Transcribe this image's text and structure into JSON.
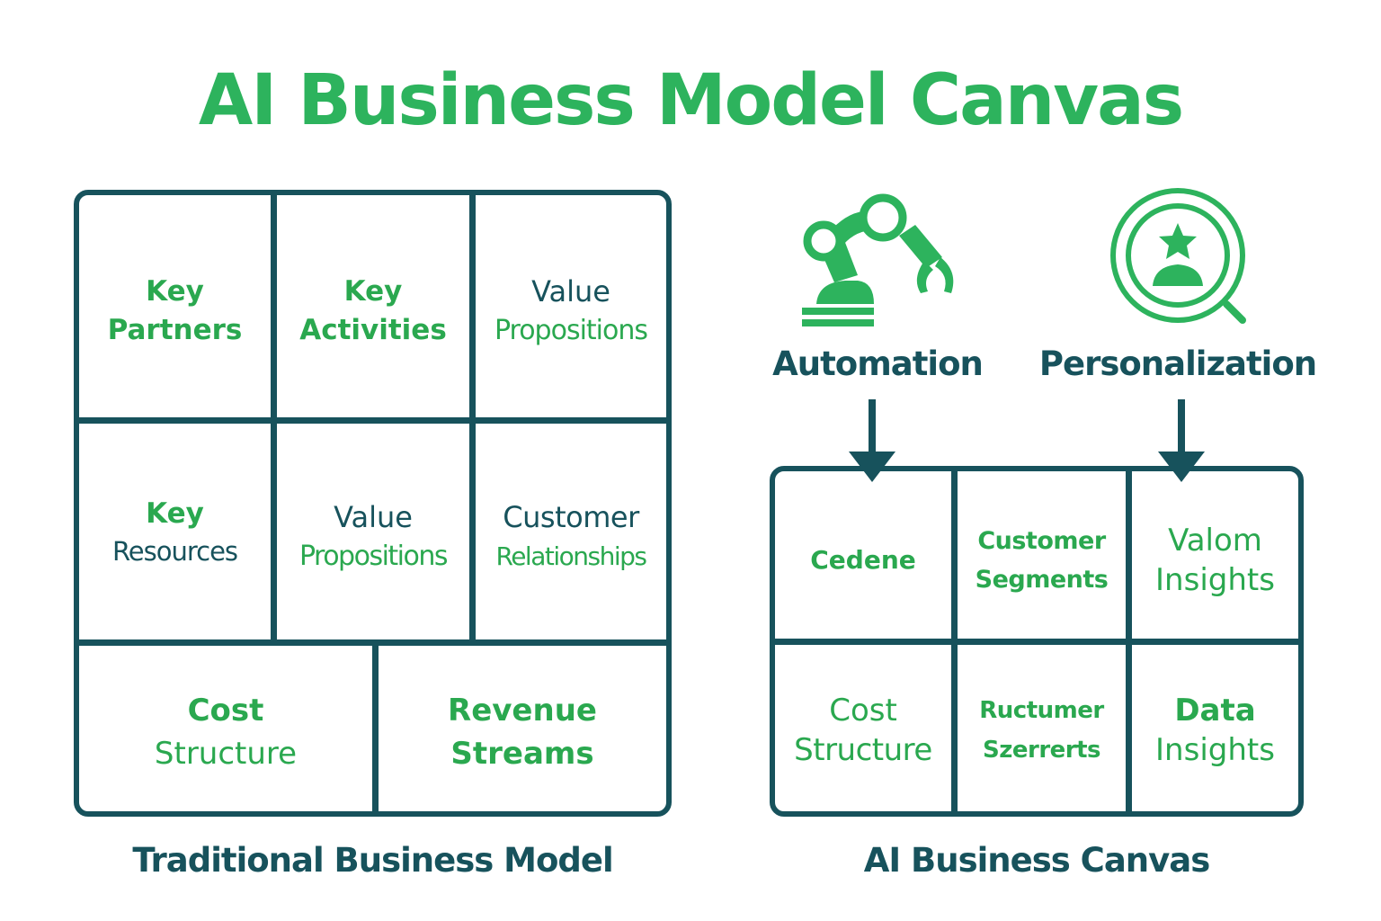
{
  "title": "AI Business Model Canvas",
  "colors": {
    "green": "#2db35d",
    "teal": "#17525c",
    "background": "#ffffff"
  },
  "traditional": {
    "caption": "Traditional Business Model",
    "cells": {
      "key_partners": [
        "Key",
        "Partners"
      ],
      "key_activities": [
        "Key",
        "Activities"
      ],
      "value_propositions_1": [
        "Value",
        "Propositions"
      ],
      "key_resources": [
        "Key",
        "Resources"
      ],
      "value_propositions_2": [
        "Value",
        "Propositions"
      ],
      "customer_relationships": [
        "Customer",
        "Relationships"
      ],
      "cost_structure": [
        "Cost",
        "Structure"
      ],
      "revenue_streams": [
        "Revenue",
        "Streams"
      ]
    }
  },
  "ai_canvas": {
    "caption": "AI Business Canvas",
    "drivers": [
      {
        "label": "Automation",
        "icon": "robot-arm-icon"
      },
      {
        "label": "Personalization",
        "icon": "user-magnifier-icon"
      }
    ],
    "cells": {
      "cedene": [
        "Cedene"
      ],
      "customer_segments": [
        "Customer",
        "Segments"
      ],
      "valom_insights": [
        "Valom",
        "Insights"
      ],
      "cost_structure": [
        "Cost",
        "Structure"
      ],
      "ructumer_szerrerts": [
        "Ructumer",
        "Szerrerts"
      ],
      "data_insights": [
        "Data",
        "Insights"
      ]
    }
  }
}
